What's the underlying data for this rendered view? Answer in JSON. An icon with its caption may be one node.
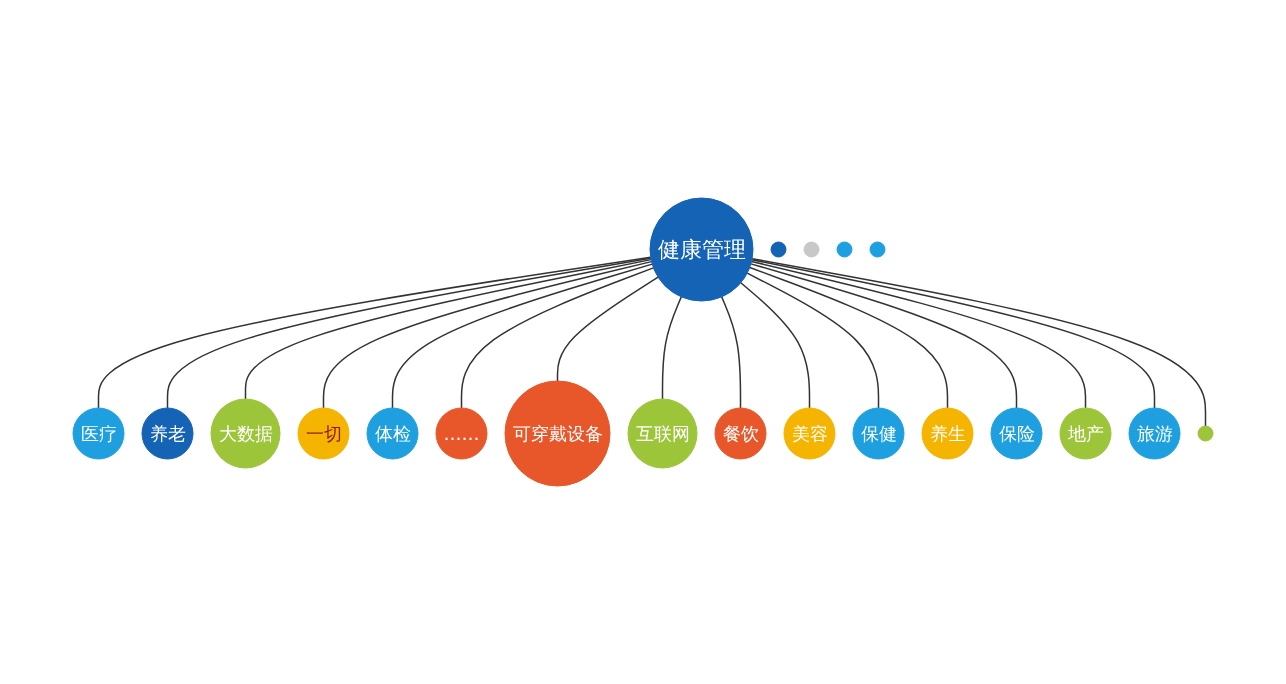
{
  "diagram": {
    "nodes": [
      {
        "text": [
          "健康管理"
        ]
      },
      {
        "text": [
          "医疗"
        ]
      },
      {
        "text": [
          "养老"
        ]
      },
      {
        "text": [
          "大数据"
        ]
      },
      {
        "text": [
          "一切"
        ]
      },
      {
        "text": [
          "体检"
        ]
      },
      {
        "text": [
          "……"
        ]
      },
      {
        "text": [],
        "shape": "circle"
      },
      {
        "text": [],
        "shape": "circle"
      },
      {
        "text": [
          "可穿戴设备"
        ]
      },
      {
        "text": [
          "互联网"
        ]
      },
      {
        "text": [],
        "shape": "circle"
      },
      {
        "text": [
          "餐饮"
        ]
      },
      {
        "text": [
          "美容"
        ]
      },
      {
        "text": [
          "保健"
        ]
      },
      {
        "text": [
          "养生"
        ]
      },
      {
        "text": [
          "保险"
        ]
      },
      {
        "text": [
          "地产"
        ]
      },
      {
        "text": [
          "旅游"
        ]
      },
      {
        "text": [],
        "shape": "circle"
      },
      {
        "text": [],
        "shape": "circle"
      }
    ],
    "edges": [
      {
        "from": 0,
        "to": 1,
        "arrow": "none"
      },
      {
        "from": 0,
        "to": 2,
        "arrow": "none"
      },
      {
        "from": 0,
        "to": 3,
        "arrow": "none"
      },
      {
        "from": 0,
        "to": 4,
        "arrow": "none"
      },
      {
        "from": 0,
        "to": 5,
        "arrow": "none"
      },
      {
        "from": 0,
        "to": 6,
        "arrow": "none"
      },
      {
        "from": 0,
        "to": 9,
        "arrow": "none"
      },
      {
        "from": 0,
        "to": 10,
        "arrow": "none"
      },
      {
        "from": 0,
        "to": 12,
        "arrow": "none"
      },
      {
        "from": 0,
        "to": 13,
        "arrow": "none"
      },
      {
        "from": 0,
        "to": 14,
        "arrow": "none"
      },
      {
        "from": 0,
        "to": 15,
        "arrow": "none"
      },
      {
        "from": 0,
        "to": 16,
        "arrow": "none"
      },
      {
        "from": 0,
        "to": 17,
        "arrow": "none"
      },
      {
        "from": 0,
        "to": 18,
        "arrow": "none"
      },
      {
        "from": 0,
        "to": 19,
        "arrow": "none"
      }
    ]
  }
}
